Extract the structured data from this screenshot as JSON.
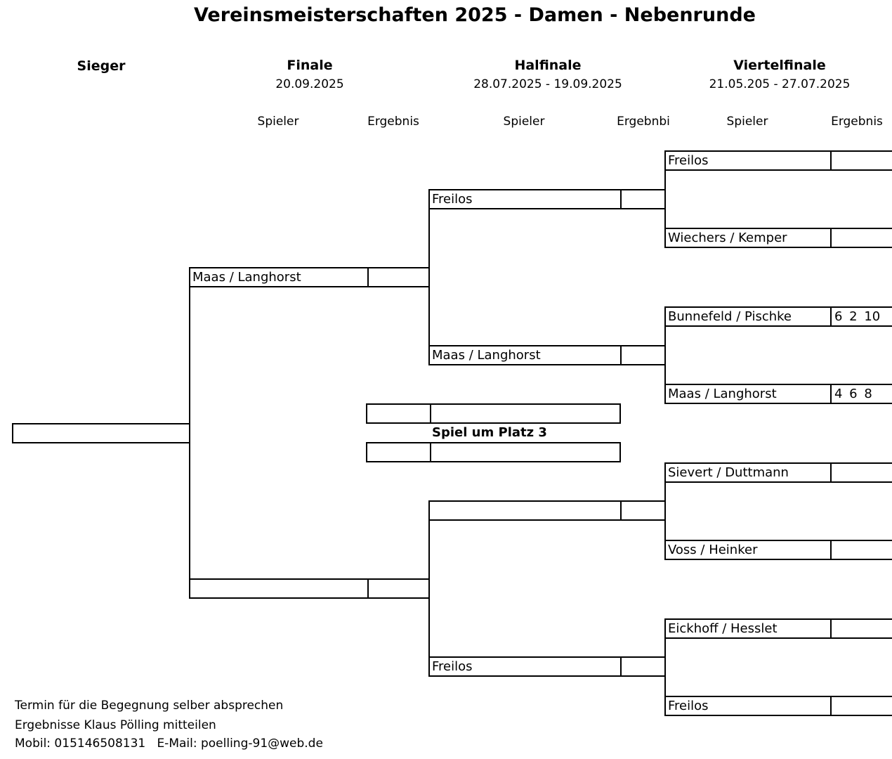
{
  "title": "Vereinsmeisterschaften 2025 - Damen - Nebenrunde",
  "rounds": {
    "sieger": {
      "label": "Sieger"
    },
    "finale": {
      "label": "Finale",
      "dates": "20.09.2025"
    },
    "halbfinale": {
      "label": "Halfinale",
      "dates": "28.07.2025 - 19.09.2025"
    },
    "viertelfinale": {
      "label": "Viertelfinale",
      "dates": "21.05.205 - 27.07.2025"
    }
  },
  "column_headers": {
    "finale_spieler": "Spieler",
    "finale_ergebnis": "Ergebnis",
    "halb_spieler": "Spieler",
    "halb_ergebnis": "Ergebnbi",
    "viertel_spieler": "Spieler",
    "viertel_ergebnis": "Ergebnis"
  },
  "viertelfinale": [
    {
      "player": "Freilos",
      "score": ""
    },
    {
      "player": "Wiechers / Kemper",
      "score": ""
    },
    {
      "player": "Bunnefeld / Pischke",
      "score": "6 2 10"
    },
    {
      "player": "Maas / Langhorst",
      "score": "4 6 8"
    },
    {
      "player": "Sievert / Duttmann",
      "score": ""
    },
    {
      "player": "Voss / Heinker",
      "score": ""
    },
    {
      "player": "Eickhoff / Hesslet",
      "score": ""
    },
    {
      "player": "Freilos",
      "score": ""
    }
  ],
  "halbfinale": [
    {
      "player": "Freilos",
      "score": ""
    },
    {
      "player": "Maas / Langhorst",
      "score": ""
    },
    {
      "player": "",
      "score": ""
    },
    {
      "player": "Freilos",
      "score": ""
    }
  ],
  "finale": [
    {
      "player": "Maas / Langhorst",
      "score": ""
    },
    {
      "player": "",
      "score": ""
    }
  ],
  "sieger": {
    "player": ""
  },
  "platz3": {
    "label": "Spiel um Platz 3",
    "slots": [
      {
        "player": "",
        "score": ""
      },
      {
        "player": "",
        "score": ""
      }
    ]
  },
  "footer": {
    "line1": "Termin für die Begegnung selber absprechen",
    "line2": "Ergebnisse Klaus Pölling mitteilen",
    "line3": "Mobil: 015146508131   E-Mail: poelling-91@web.de"
  }
}
